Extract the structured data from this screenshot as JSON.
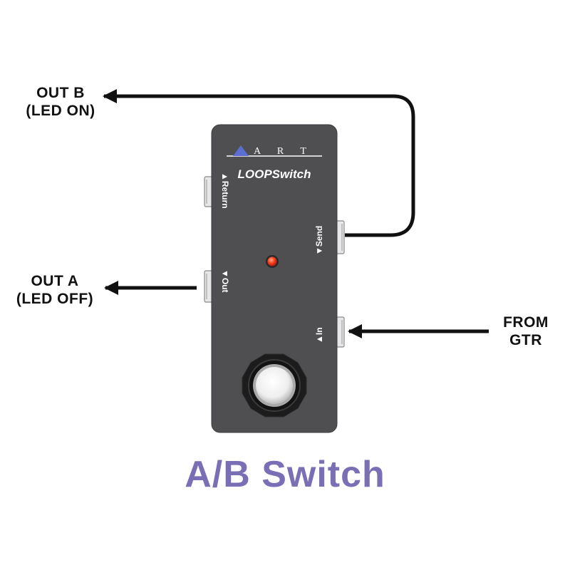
{
  "labels": {
    "out_b": [
      "OUT B",
      "(LED ON)"
    ],
    "out_a": [
      "OUT A",
      "(LED OFF)"
    ],
    "from_gtr": [
      "FROM",
      "GTR"
    ]
  },
  "pedal": {
    "brand": "A R T",
    "model": "LOOPSwitch",
    "jack_return": "▲Return",
    "jack_send": "▼Send",
    "jack_out": "▼Out",
    "jack_in": "▲In"
  },
  "title": "A/B Switch",
  "colors": {
    "pedal_body": "#4f4f52",
    "pedal_text": "#ffffff",
    "logo_triangle": "#5b6fd0",
    "led": "#ff4a2a",
    "cable": "#111111",
    "title": "#7a6fb5"
  }
}
